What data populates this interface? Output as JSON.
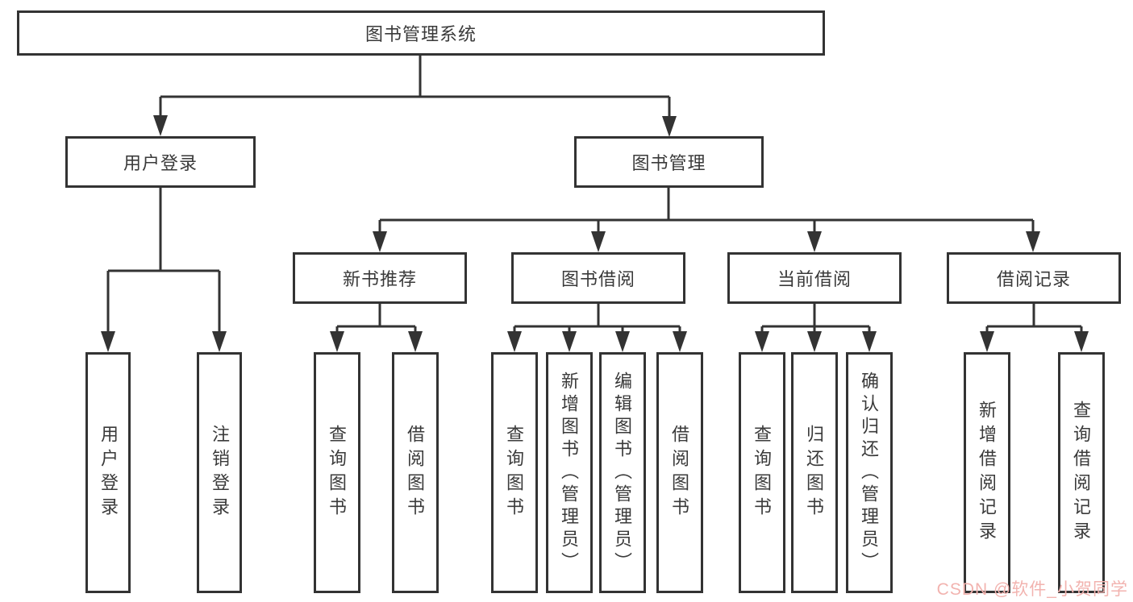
{
  "diagram": {
    "title": "图书管理系统",
    "root": {
      "label": "图书管理系统"
    },
    "user_login": {
      "label": "用户登录",
      "children": {
        "login": "用户登录",
        "logout": "注销登录"
      }
    },
    "book_management": {
      "label": "图书管理",
      "modules": {
        "new_book_recommend": {
          "label": "新书推荐",
          "children": {
            "query_book": "查询图书",
            "borrow_book": "借阅图书"
          }
        },
        "book_borrow": {
          "label": "图书借阅",
          "children": {
            "query_book": "查询图书",
            "add_book": "新增图书（管理员）",
            "edit_book": "编辑图书（管理员）",
            "borrow_book": "借阅图书"
          }
        },
        "current_borrow": {
          "label": "当前借阅",
          "children": {
            "query_book": "查询图书",
            "return_book": "归还图书",
            "confirm_return": "确认归还（管理员）"
          }
        },
        "borrow_record": {
          "label": "借阅记录",
          "children": {
            "add_record": "新增借阅记录",
            "query_record": "查询借阅记录"
          }
        }
      }
    }
  },
  "watermark": {
    "text": "CSDN @软件_小贺同学"
  },
  "colors": {
    "line": "#333333",
    "text": "#3A3A3A",
    "box_bg": "#FFFFFF",
    "page_bg": "#FFFFFF",
    "watermark": "#F2B3AF"
  }
}
